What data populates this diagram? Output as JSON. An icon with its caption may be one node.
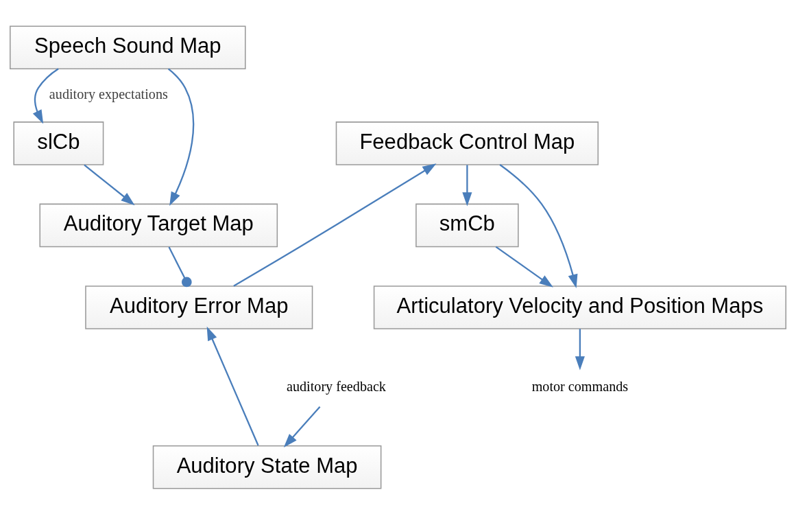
{
  "diagram": {
    "nodes": [
      {
        "text": [
          "Speech Sound Map"
        ]
      },
      {
        "text": [
          "slCb"
        ]
      },
      {
        "text": [
          "Feedback Control Map"
        ]
      },
      {
        "text": [
          "smCb"
        ]
      },
      {
        "text": [
          "Auditory Target Map"
        ]
      },
      {
        "text": [
          "Articulatory Velocity and Position Maps"
        ]
      },
      {
        "text": [
          "Auditory Error Map"
        ]
      },
      {
        "text": [
          "Auditory State Map"
        ]
      },
      {
        "text": [
          "motor commands"
        ]
      },
      {
        "text": [
          "auditory feedback"
        ]
      }
    ],
    "edges": [
      {
        "from": 0,
        "to": 1,
        "arrow": "to",
        "label": "auditory expectations"
      },
      {
        "from": 0,
        "to": 4,
        "arrow": "to"
      },
      {
        "from": 1,
        "to": 4,
        "arrow": "to"
      },
      {
        "from": 2,
        "to": 3,
        "arrow": "to"
      },
      {
        "from": 2,
        "to": 5,
        "arrow": "to"
      },
      {
        "from": 3,
        "to": 5,
        "arrow": "to"
      },
      {
        "from": 4,
        "to": 6,
        "arrow": "other"
      },
      {
        "from": 6,
        "to": 2,
        "arrow": "to"
      },
      {
        "from": 7,
        "to": 6,
        "arrow": "to"
      },
      {
        "from": 5,
        "to": 8,
        "arrow": "to"
      },
      {
        "from": 9,
        "to": 7,
        "arrow": "to"
      }
    ]
  }
}
